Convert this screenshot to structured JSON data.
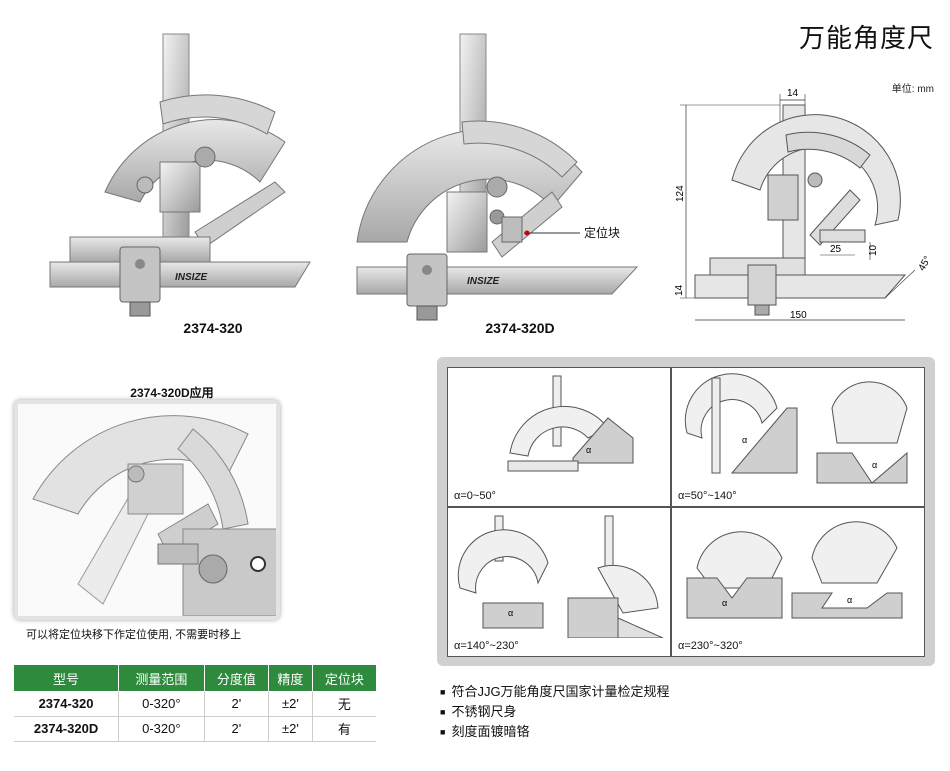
{
  "page": {
    "title": "万能角度尺",
    "unit_label": "单位: mm"
  },
  "products": [
    {
      "label": "2374-320",
      "brand": "INSIZE"
    },
    {
      "label": "2374-320D",
      "brand": "INSIZE",
      "callout": "定位块"
    }
  ],
  "drawing": {
    "dims": {
      "d14_top": "14",
      "d124": "124",
      "d14_side": "14",
      "d25": "25",
      "d10": "10",
      "d150": "150",
      "d45": "45°"
    }
  },
  "usage": {
    "title": "2374-320D应用",
    "note": "可以将定位块移下作定位使用, 不需要时移上"
  },
  "diagrams": [
    {
      "label": "α=0~50°"
    },
    {
      "label": "α=50°~140°"
    },
    {
      "label": "α=140°~230°"
    },
    {
      "label": "α=230°~320°"
    }
  ],
  "alpha_symbol": "α",
  "table": {
    "headers": [
      "型号",
      "测量范围",
      "分度值",
      "精度",
      "定位块"
    ],
    "rows": [
      [
        "2374-320",
        "0-320°",
        "2'",
        "±2'",
        "无"
      ],
      [
        "2374-320D",
        "0-320°",
        "2'",
        "±2'",
        "有"
      ]
    ]
  },
  "features": [
    "符合JJG万能角度尺国家计量检定规程",
    "不锈钢尺身",
    "刻度面镀暗铬"
  ],
  "colors": {
    "header_green": "#2e8a3c",
    "panel_gray": "#d0d0d0"
  }
}
